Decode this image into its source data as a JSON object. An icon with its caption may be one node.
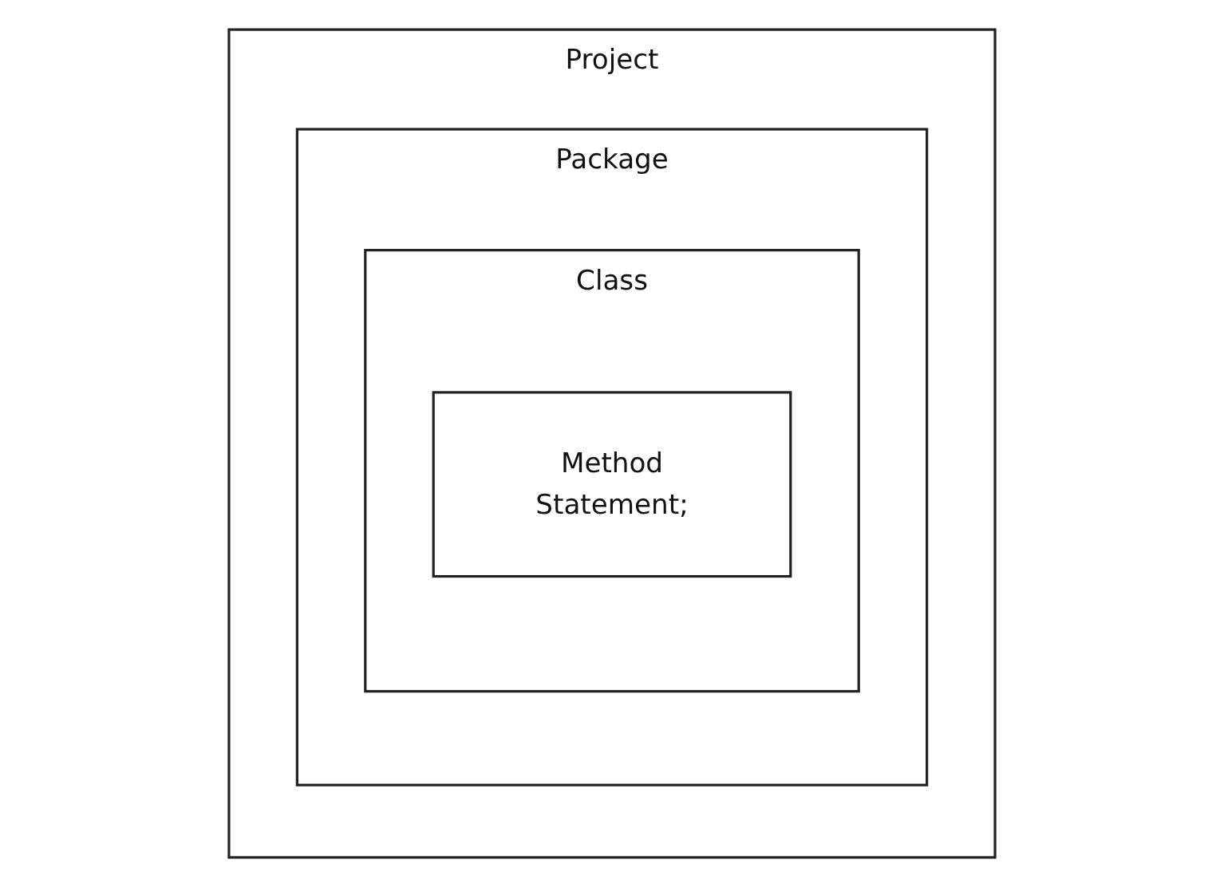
{
  "diagram": {
    "nodes": [
      {
        "text": [
          "Project"
        ]
      },
      {
        "text": [
          "Package"
        ],
        "in": 0
      },
      {
        "text": [
          "Class"
        ],
        "in": 1
      },
      {
        "text": [
          "Method",
          "Statement;"
        ],
        "in": 2
      }
    ]
  }
}
